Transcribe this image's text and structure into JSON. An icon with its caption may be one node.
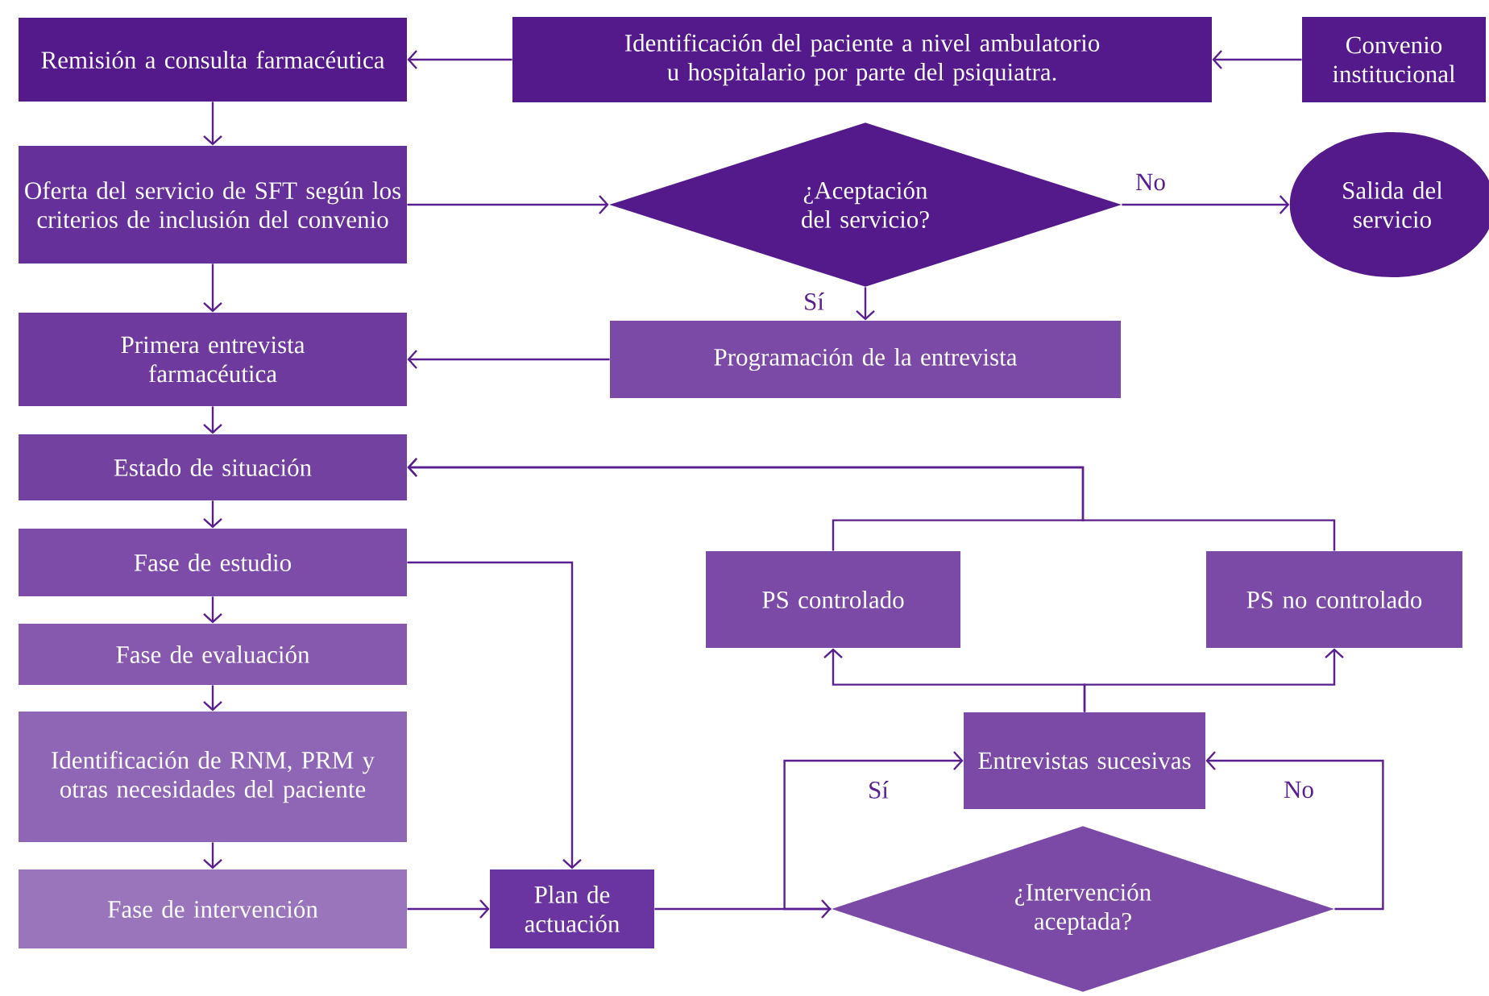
{
  "diagram": {
    "nodes": [
      {
        "text": [
          "Remisión a consulta farmacéutica"
        ]
      },
      {
        "text": [
          "Identificación del paciente a nivel ambulatorio u hospitalario por parte del psiquiatra."
        ]
      },
      {
        "text": [
          "Convenio institucional"
        ]
      },
      {
        "text": [
          "Oferta del servicio de SFT según los criterios de inclusión del convenio"
        ]
      },
      {
        "text": [
          "¿Aceptación del servicio?"
        ]
      },
      {
        "text": [
          "Salida del servicio"
        ]
      },
      {
        "text": [
          "Primera entrevista farmacéutica"
        ]
      },
      {
        "text": [
          "Programación de la entrevista"
        ]
      },
      {
        "text": [
          "Estado de situación"
        ]
      },
      {
        "text": [
          "Fase de estudio"
        ]
      },
      {
        "text": [
          "Fase de evaluación"
        ]
      },
      {
        "text": [
          "Identificación de RNM, PRM y otras necesidades del paciente"
        ]
      },
      {
        "text": [
          "Fase de intervención"
        ]
      },
      {
        "text": [
          "Plan de actuación"
        ]
      },
      {
        "text": [
          "PS controlado"
        ]
      },
      {
        "text": [
          "PS no controlado"
        ]
      },
      {
        "text": [
          "Entrevistas sucesivas"
        ]
      },
      {
        "text": [
          "¿Intervención aceptada?"
        ]
      }
    ],
    "edges": [
      {
        "from": 1,
        "to": 0,
        "arrow": "to"
      },
      {
        "from": 2,
        "to": 1,
        "arrow": "to"
      },
      {
        "from": 0,
        "to": 3,
        "arrow": "to"
      },
      {
        "from": 3,
        "to": 6,
        "arrow": "to"
      },
      {
        "from": 3,
        "to": 4,
        "arrow": "to"
      },
      {
        "from": 4,
        "to": 5,
        "arrow": "to",
        "label": "No"
      },
      {
        "from": 4,
        "to": 7,
        "arrow": "to",
        "label": "Sí"
      },
      {
        "from": 7,
        "to": 6,
        "arrow": "to"
      },
      {
        "from": 6,
        "to": 8,
        "arrow": "to"
      },
      {
        "from": 8,
        "to": 9,
        "arrow": "to"
      },
      {
        "from": 9,
        "to": 10,
        "arrow": "to"
      },
      {
        "from": 10,
        "to": 11,
        "arrow": "to"
      },
      {
        "from": 11,
        "to": 12,
        "arrow": "to"
      },
      {
        "from": 9,
        "to": 13,
        "arrow": "to"
      },
      {
        "from": 12,
        "to": 13,
        "arrow": "to"
      },
      {
        "from": 13,
        "to": 17,
        "arrow": "to"
      },
      {
        "from": 17,
        "to": 16,
        "arrow": "to",
        "label": "Sí"
      },
      {
        "from": 17,
        "to": 16,
        "arrow": "to",
        "label": "No"
      },
      {
        "from": 16,
        "to": 14,
        "arrow": "to"
      },
      {
        "from": 16,
        "to": 15,
        "arrow": "to"
      },
      {
        "from": 14,
        "to": 8,
        "arrow": "to"
      },
      {
        "from": 15,
        "to": 8,
        "arrow": "to"
      }
    ]
  }
}
